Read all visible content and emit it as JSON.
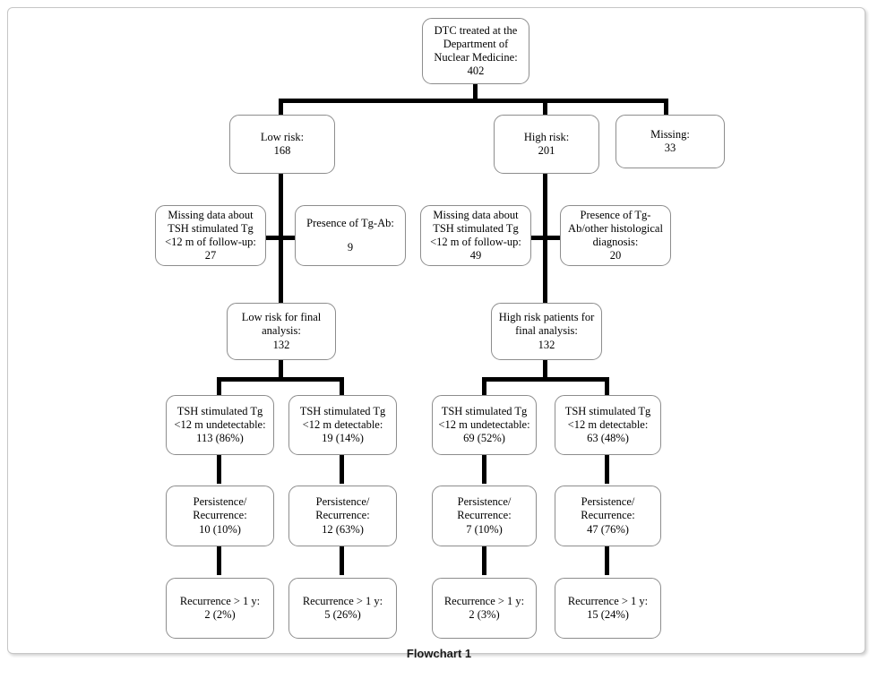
{
  "caption": "Flowchart 1",
  "colors": {
    "connector": "#000000",
    "box_border": "#8d8d8d",
    "frame_border": "#c6c6c6",
    "background": "#ffffff",
    "text": "#000000"
  },
  "nodes": {
    "root": {
      "lines": [
        "DTC treated at the",
        "Department of",
        "Nuclear Medicine:",
        "402"
      ],
      "count": "402"
    },
    "low_risk": {
      "lines": [
        "Low risk:",
        "168"
      ],
      "count": "168"
    },
    "high_risk": {
      "lines": [
        "High risk:",
        "201"
      ],
      "count": "201"
    },
    "missing": {
      "lines": [
        "Missing:",
        "33"
      ],
      "count": "33"
    },
    "low_excl_missing_data": {
      "lines": [
        "Missing data about",
        "TSH stimulated Tg",
        "<12 m of follow-up:",
        "27"
      ],
      "count": "27"
    },
    "low_excl_tgab": {
      "lines": [
        "Presence of Tg-Ab:",
        "",
        "9"
      ],
      "count": "9"
    },
    "high_excl_missing_data": {
      "lines": [
        "Missing data about",
        "TSH stimulated Tg",
        "<12 m of follow-up:",
        "49"
      ],
      "count": "49"
    },
    "high_excl_tgab": {
      "lines": [
        "Presence of Tg-",
        "Ab/other histological",
        "diagnosis:",
        "20"
      ],
      "count": "20"
    },
    "low_final": {
      "lines": [
        "Low risk for final",
        "analysis:",
        "132"
      ],
      "count": "132"
    },
    "high_final": {
      "lines": [
        "High risk patients for",
        "final analysis:",
        "132"
      ],
      "count": "132"
    },
    "low_tg_undetectable": {
      "lines": [
        "TSH stimulated Tg",
        "<12 m undetectable:",
        "113 (86%)"
      ],
      "count": "113",
      "percent": "86%"
    },
    "low_tg_detectable": {
      "lines": [
        "TSH stimulated Tg",
        "<12 m detectable:",
        "19 (14%)"
      ],
      "count": "19",
      "percent": "14%"
    },
    "high_tg_undetectable": {
      "lines": [
        "TSH stimulated Tg",
        "<12 m undetectable:",
        "69 (52%)"
      ],
      "count": "69",
      "percent": "52%"
    },
    "high_tg_detectable": {
      "lines": [
        "TSH stimulated Tg",
        "<12 m detectable:",
        "63 (48%)"
      ],
      "count": "63",
      "percent": "48%"
    },
    "pr_low_undetectable": {
      "lines": [
        "Persistence/",
        "Recurrence:",
        "10 (10%)"
      ],
      "count": "10",
      "percent": "10%"
    },
    "pr_low_detectable": {
      "lines": [
        "Persistence/",
        "Recurrence:",
        "12 (63%)"
      ],
      "count": "12",
      "percent": "63%"
    },
    "pr_high_undetectable": {
      "lines": [
        "Persistence/",
        "Recurrence:",
        "7 (10%)"
      ],
      "count": "7",
      "percent": "10%"
    },
    "pr_high_detectable": {
      "lines": [
        "Persistence/",
        "Recurrence:",
        "47 (76%)"
      ],
      "count": "47",
      "percent": "76%"
    },
    "rec_low_undetectable": {
      "lines": [
        "Recurrence > 1 y:",
        "2 (2%)"
      ],
      "count": "2",
      "percent": "2%"
    },
    "rec_low_detectable": {
      "lines": [
        "Recurrence > 1 y:",
        "5 (26%)"
      ],
      "count": "5",
      "percent": "26%"
    },
    "rec_high_undetectable": {
      "lines": [
        "Recurrence > 1 y:",
        "2 (3%)"
      ],
      "count": "2",
      "percent": "3%"
    },
    "rec_high_detectable": {
      "lines": [
        "Recurrence > 1 y:",
        "15 (24%)"
      ],
      "count": "15",
      "percent": "24%"
    }
  }
}
